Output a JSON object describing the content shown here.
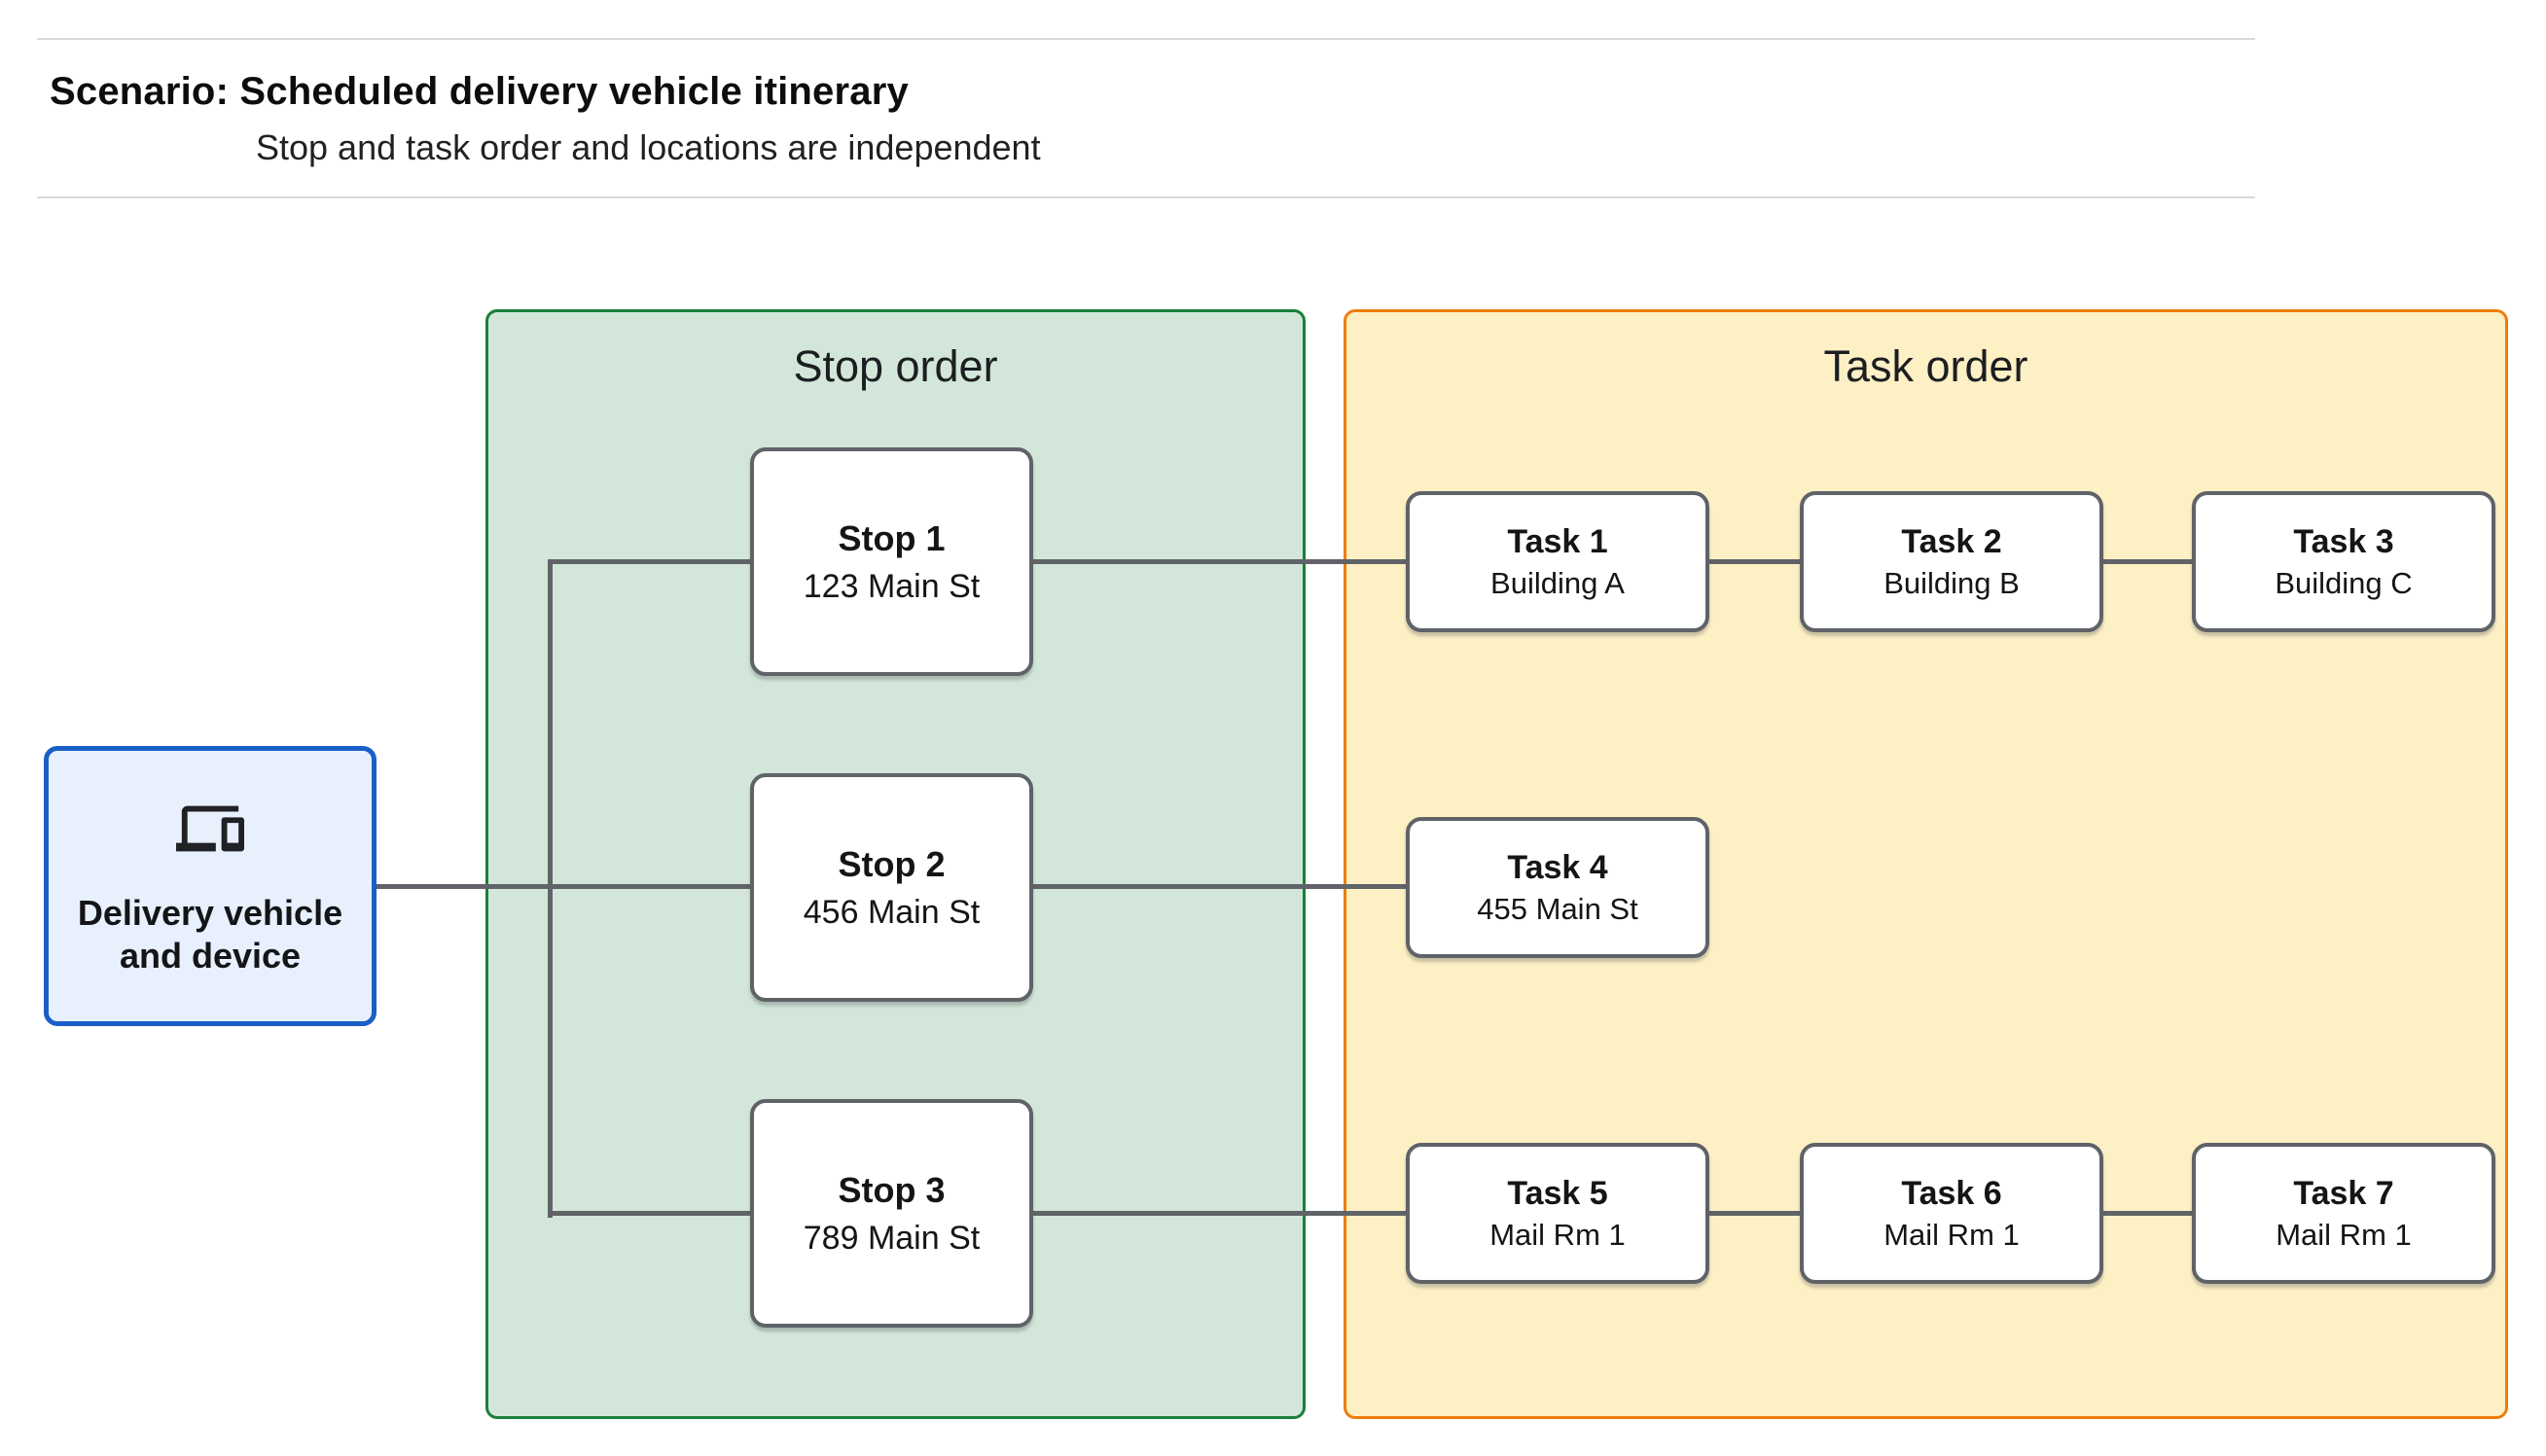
{
  "header": {
    "title": "Scenario: Scheduled delivery vehicle itinerary",
    "subtitle": "Stop and task order and locations are independent"
  },
  "stop_panel": {
    "label": "Stop order"
  },
  "task_panel": {
    "label": "Task order"
  },
  "vehicle_node": {
    "label": "Delivery vehicle and device",
    "icon": "devices-icon"
  },
  "stops": [
    {
      "title": "Stop 1",
      "location": "123 Main St"
    },
    {
      "title": "Stop 2",
      "location": "456 Main St"
    },
    {
      "title": "Stop 3",
      "location": "789 Main St"
    }
  ],
  "tasks": [
    {
      "title": "Task 1",
      "location": "Building A"
    },
    {
      "title": "Task 2",
      "location": "Building B"
    },
    {
      "title": "Task 3",
      "location": "Building C"
    },
    {
      "title": "Task 4",
      "location": "455 Main St"
    },
    {
      "title": "Task 5",
      "location": "Mail Rm 1"
    },
    {
      "title": "Task 6",
      "location": "Mail Rm 1"
    },
    {
      "title": "Task 7",
      "location": "Mail Rm 1"
    }
  ],
  "colors": {
    "stop_panel_fill": "#D2E7D9",
    "stop_panel_border": "#188038",
    "task_panel_fill": "#FDF0C5",
    "task_panel_border": "#EE7D0C",
    "vehicle_fill": "#E8F0FE",
    "vehicle_border": "#1A5FC8",
    "node_border": "#5F6368",
    "connector": "#606367",
    "divider": "#D9D9D9"
  }
}
